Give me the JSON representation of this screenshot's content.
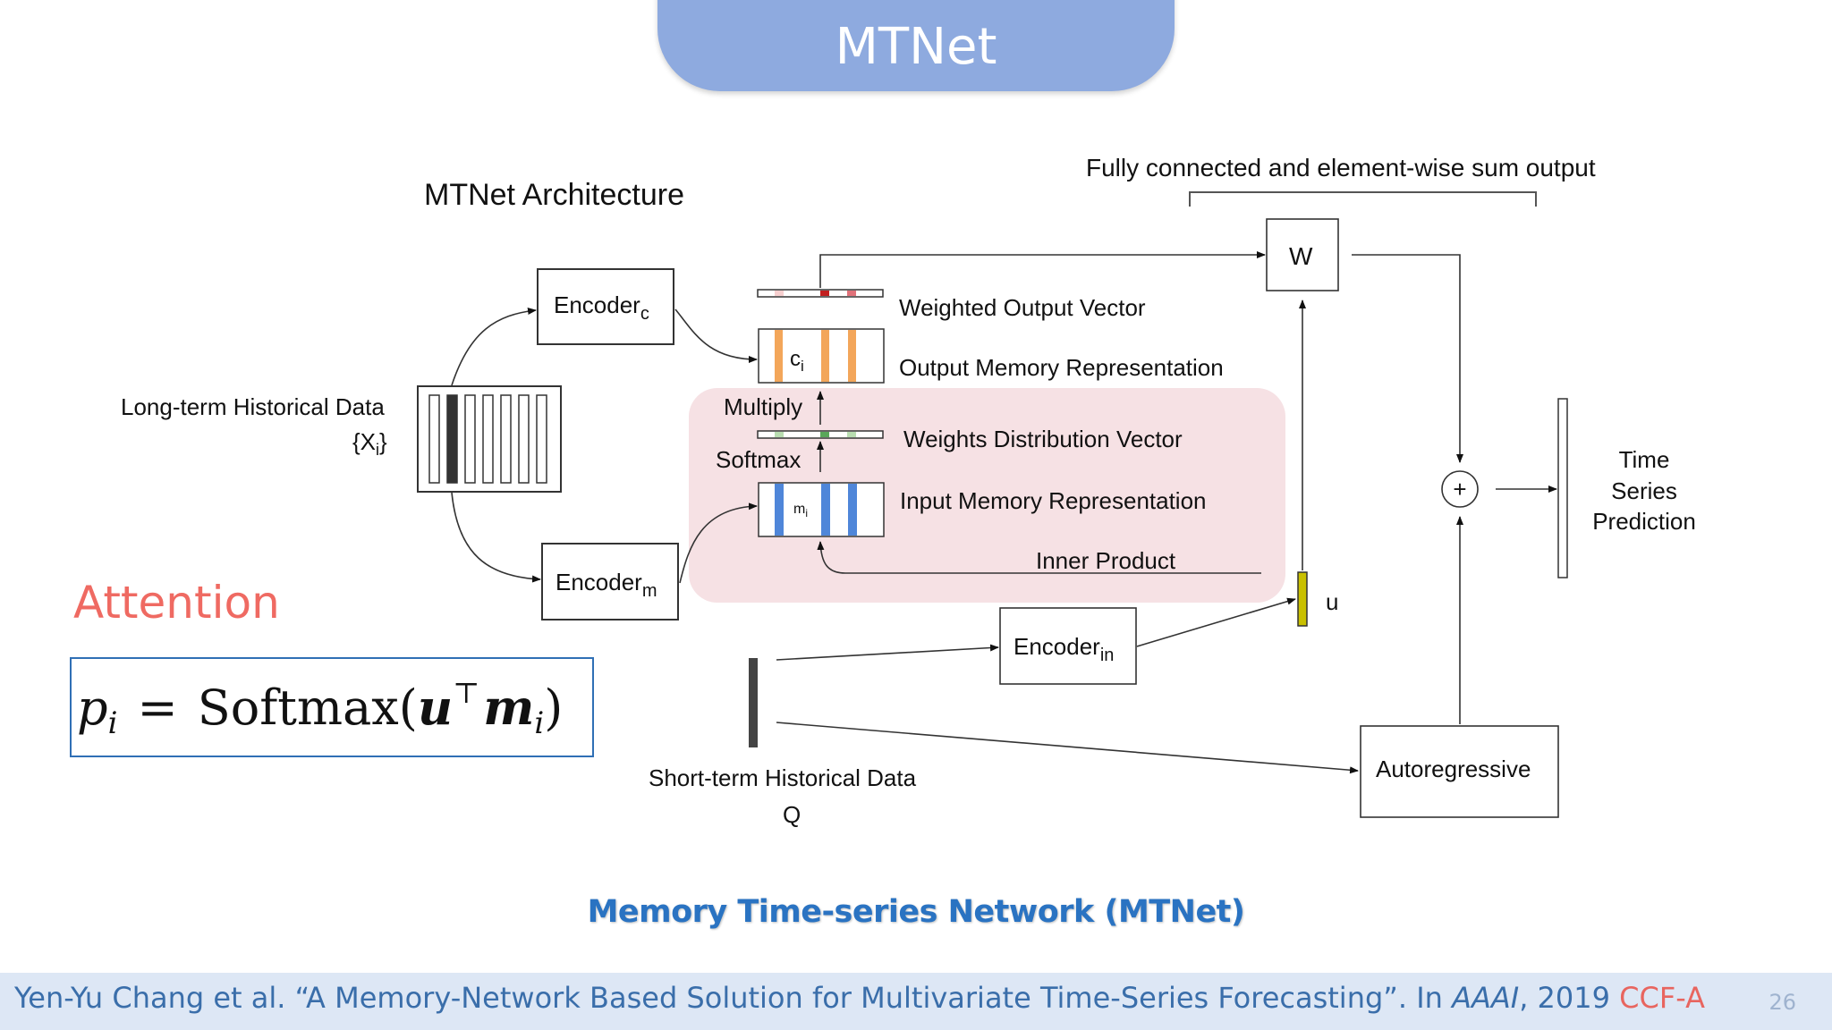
{
  "slide": {
    "title": "MTNet",
    "page_number": "26",
    "caption": "Memory Time-series Network (MTNet)",
    "citation": {
      "prefix": "Yen-Yu Chang et al. “A Memory-Network Based Solution for Multivariate Time-Series Forecasting”. In ",
      "venue": "AAAI",
      "suffix": ", 2019 ",
      "rank": "CCF-A"
    },
    "attention_label": "Attention"
  },
  "formula": {
    "p": "p",
    "i": "i",
    "equals": "=",
    "softmax": "Softmax(",
    "u": "u",
    "transpose": "⊤",
    "m": "m",
    "close": ")"
  },
  "diagram": {
    "architecture_title": "MTNet Architecture",
    "fc_label": "Fully connected and element-wise sum output",
    "long_term": {
      "line1": "Long-term Historical Data",
      "line2": "{X",
      "sub": "i",
      "close": "}"
    },
    "encoder_c": {
      "main": "Encoder",
      "sub": "c"
    },
    "encoder_m": {
      "main": "Encoder",
      "sub": "m"
    },
    "encoder_in": {
      "main": "Encoder",
      "sub": "in"
    },
    "c_i": {
      "main": "c",
      "sub": "i"
    },
    "m_i": {
      "main": "m",
      "sub": "i"
    },
    "weighted_output_vector": "Weighted Output Vector",
    "output_memory": "Output Memory Representation",
    "multiply": "Multiply",
    "softmax": "Softmax",
    "weights_distribution": "Weights Distribution Vector",
    "input_memory": "Input Memory Representation",
    "inner_product": "Inner Product",
    "w": "W",
    "u": "u",
    "plus": "+",
    "prediction": [
      "Time",
      "Series",
      "Prediction"
    ],
    "short_term": {
      "line1": "Short-term Historical Data",
      "line2": "Q"
    },
    "autoregressive": "Autoregressive"
  },
  "colors": {
    "title_tab": "#8eaadf",
    "attention_highlight": "#f6e1e4",
    "output_memory_bar": "#f3a65a",
    "input_memory_bar": "#4f86d9",
    "weights_green": "#5aa75a",
    "u_vector": "#c9c000",
    "caption": "#2a73c2",
    "citation_rank": "#e8655f"
  }
}
